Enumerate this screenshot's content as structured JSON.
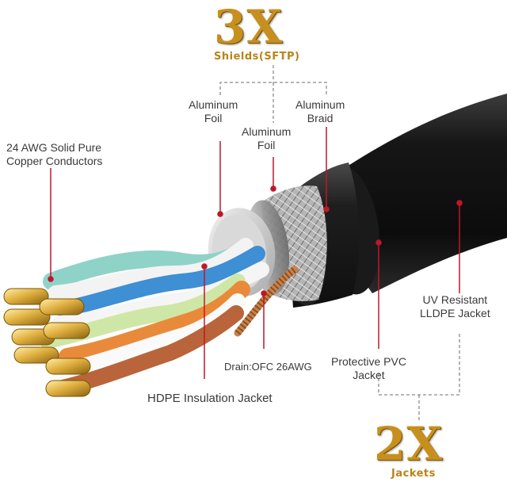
{
  "headline_top": {
    "multiplier": "3X",
    "caption": "Shields(SFTP)"
  },
  "headline_bottom": {
    "multiplier": "2X",
    "caption": "Jackets"
  },
  "labels": {
    "copper": [
      "24 AWG Solid Pure",
      "Copper Conductors"
    ],
    "foil_left": [
      "Aluminum",
      "Foil"
    ],
    "foil_center": [
      "Aluminum",
      "Foil"
    ],
    "braid": [
      "Aluminum",
      "Braid"
    ],
    "drain": "Drain:OFC 26AWG",
    "hdpe": "HDPE Insulation Jacket",
    "pvc": [
      "Protective PVC",
      "Jacket"
    ],
    "uv": [
      "UV Resistant",
      "LLDPE Jacket"
    ]
  },
  "colors": {
    "gold": "#c7901e",
    "leader": "#c0162b",
    "bracket": "#8a8a8a",
    "jacket": "#1b1b1b"
  }
}
